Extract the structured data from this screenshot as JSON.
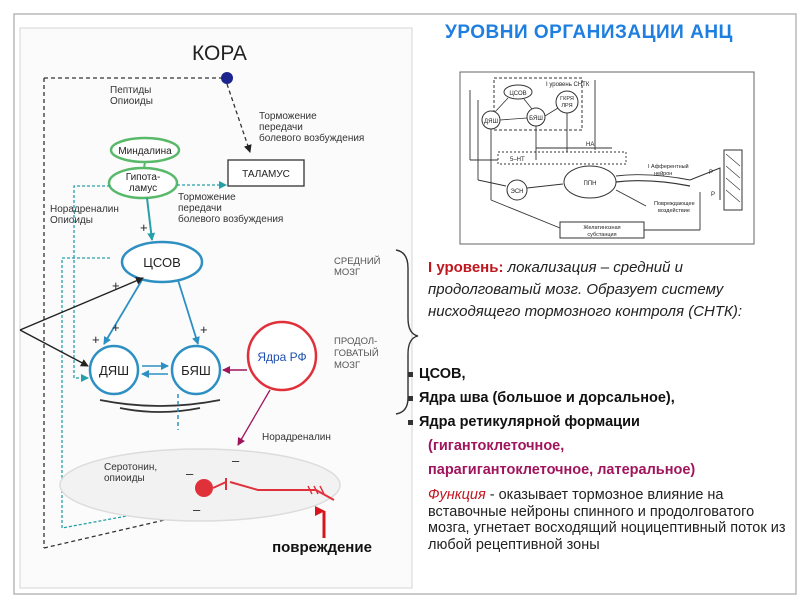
{
  "title": "УРОВНИ ОРГАНИЗАЦИИ АНЦ",
  "diagram": {
    "kora": "КОРА",
    "peptides": [
      "Пептиды",
      "Опиоиды"
    ],
    "inhibition_top": [
      "Торможение",
      "передачи",
      "болевого возбуждения"
    ],
    "mindalina": "Миндалина",
    "hypothalamus": [
      "Гипота-",
      "ламус"
    ],
    "thalamus": "ТАЛАМУС",
    "inhibition_bottom": [
      "Торможение",
      "передачи",
      "болевого возбуждения"
    ],
    "noradrenaline_left": [
      "Норадреналин",
      "Опиоиды"
    ],
    "csov": "ЦСОВ",
    "midbrain": [
      "СРЕДНИЙ",
      "МОЗГ"
    ],
    "medulla": [
      "ПРОДОЛ-",
      "ГОВАТЫЙ",
      "МОЗГ"
    ],
    "dyash": "ДЯШ",
    "byash": "БЯШ",
    "rf_nuclei": "Ядра РФ",
    "noradrenaline_right": "Норадреналин",
    "serotonin": [
      "Серотонин,",
      "опиоиды"
    ],
    "damage": "повреждение",
    "plus": "+",
    "minus": "–",
    "mini": {
      "level": "I уровень СНТК",
      "csov": "ЦСОВ",
      "dyash": "ДЯШ",
      "byash": "БЯШ",
      "gkrya": [
        "ГКРЯ",
        "ЛРЯ"
      ],
      "na": "НА",
      "ht": "5–НТ",
      "ppn": "ППН",
      "esn": "ЭСН",
      "gel": [
        "Желатинозная",
        "субстанция"
      ],
      "aff": [
        "I Афферентный",
        "нейрон"
      ],
      "dmg": [
        "Повреждающее",
        "воздействие"
      ],
      "p": "Р"
    }
  },
  "level_text": {
    "title": "I уровень:",
    "body": " локализация – средний и продолговатый мозг. Образует систему нисходящего тормозного контроля (СНТК):"
  },
  "bullets": [
    "ЦСОВ,",
    "Ядра шва (большое и дорсальное),",
    "Ядра ретикулярной формации"
  ],
  "bullet_sub": [
    "(гигантоклеточное,",
    "парагигантоклеточное, латеральное)"
  ],
  "function_text": {
    "title": "Функция",
    "body": " - оказывает тормозное влияние на вставочные нейроны спинного и продолговатого мозга, угнетает  восходящий ноцицептивный поток из любой рецептивной зоны"
  },
  "colors": {
    "title": "#1e7fe0",
    "red_heading": "#c0161f",
    "magenta_text": "#a0145c",
    "green_node": "#58b96a",
    "blue_node": "#2e8fc2",
    "red_node": "#e0313b",
    "teal_arrow": "#26a0a8",
    "navy_dot": "#1a238e",
    "frame": "#b8b8b8"
  }
}
